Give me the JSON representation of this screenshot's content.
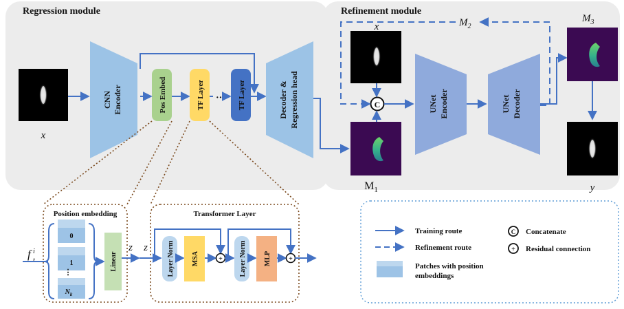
{
  "regression_module": {
    "title": "Regression module",
    "input_label": "x",
    "cnn_encoder": [
      "CNN",
      "Encoder"
    ],
    "pos_embed": "Pos Embed",
    "tf_layer": "TF Layer",
    "tf_layer_last": "TF Layer",
    "ellipsis": "···",
    "decoder_head": [
      "Decoder &",
      "Regression head"
    ]
  },
  "refinement_module": {
    "title": "Refinement module",
    "input_label": "x",
    "m1_label": "M",
    "m1_sub": "1",
    "m2_label": "M",
    "m2_sub": "2",
    "m3_label": "M",
    "m3_sub": "3",
    "concat_symbol": "C",
    "unet_encoder": [
      "UNet",
      "Encoder"
    ],
    "unet_decoder": [
      "UNet",
      "Decoder"
    ],
    "output_label": "y"
  },
  "position_embedding": {
    "title": "Position embedding",
    "input_label": "f",
    "input_sub": "t",
    "input_sup": "i",
    "patches": [
      "0",
      "1",
      "⋮",
      "N"
    ],
    "last_patch_sub": "k",
    "linear": "Linear",
    "out_z": "z"
  },
  "transformer_layer": {
    "title": "Transformer  Layer",
    "in_z": "z",
    "layer_norm_1": "Layer Norm",
    "msa": "MSA",
    "layer_norm_2": "Layer Norm",
    "mlp": "MLP",
    "plus_symbol": "+"
  },
  "legend": {
    "training_route": "Training route",
    "refinement_route": "Refinement route",
    "patches": [
      "Patches with position",
      "embeddings"
    ],
    "concatenate": "Concatenate",
    "concat_symbol": "C",
    "residual": "Residual connection",
    "plus_symbol": "+"
  },
  "colors": {
    "arrow": "#4472c4",
    "panel_bg": "#ececec",
    "trapezoid": "#9cc3e6",
    "trapezoid_dark": "#8faadc",
    "pos_embed": "#a9d18e",
    "tf_layer": "#ffd966",
    "tf_layer_last": "#4472c4",
    "msa": "#ffd966",
    "mlp": "#f4b183",
    "layer_norm": "#bdd7ee",
    "patch": "#9dc3e6",
    "heatmap_bg": "#3b0a52"
  }
}
